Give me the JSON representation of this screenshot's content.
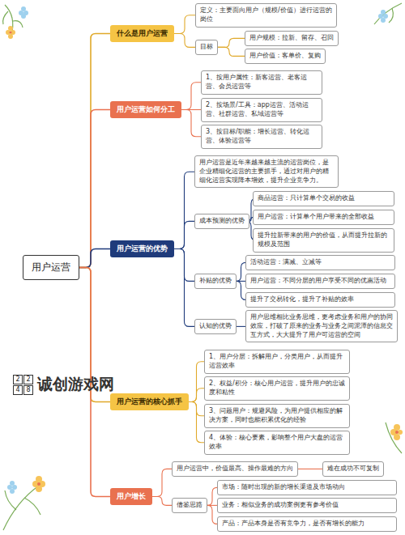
{
  "diagram": {
    "nodes": [
      {
        "text": [
          "用户运营"
        ]
      },
      {
        "text": [
          "什么是用户运营"
        ]
      },
      {
        "text": [
          "定义：主要面向用户（规模/价值）进行运营的岗位"
        ]
      },
      {
        "text": [
          "目标"
        ]
      },
      {
        "text": [
          "用户规模：拉新、留存、召回"
        ]
      },
      {
        "text": [
          "用户价值：客单价、复购"
        ]
      },
      {
        "text": [
          "用户运营如何分工"
        ]
      },
      {
        "text": [
          "1、按用户属性：新客运营、老客运营、会员运营等"
        ]
      },
      {
        "text": [
          "2、按场景/工具：app运营、活动运营、社群运营、私域运营等"
        ]
      },
      {
        "text": [
          "3、按目标/职能：增长运营、转化运营、体验运营等"
        ]
      },
      {
        "text": [
          "用户运营的优势"
        ]
      },
      {
        "text": [
          "用户运营是近年来越来越主流的运营岗位，是企业精细化运营的主要抓手，通过对用户的精细化运营实现降本增效，提升企业竞争力。"
        ]
      },
      {
        "text": [
          "成本预测的优势"
        ]
      },
      {
        "text": [
          "商品运营：只计算单个交易的收益"
        ]
      },
      {
        "text": [
          "用户运营：计算单个用户带来的全部收益"
        ]
      },
      {
        "text": [
          "提升拉新带来的用户的价值，从而提升拉新的规模及范围"
        ]
      },
      {
        "text": [
          "补贴的优势"
        ]
      },
      {
        "text": [
          "活动运营：满减、立减等"
        ]
      },
      {
        "text": [
          "用户运营：不同分层的用户享受不同的优惠活动"
        ]
      },
      {
        "text": [
          "提升了交易转化，提升了补贴的效率"
        ]
      },
      {
        "text": [
          "认知的优势"
        ]
      },
      {
        "text": [
          "用户思维相比业务思维，更考虑业务和用户的协同效应，打破了原来的业务与业务之间泥潭的信息交互方式，大大提升了用户可运营的空间"
        ]
      },
      {
        "text": [
          "用户运营的核心抓手"
        ]
      },
      {
        "text": [
          "1、用户分层：拆解用户，分类用户，从而提升运营效率"
        ]
      },
      {
        "text": [
          "2、权益/积分：核心用户运营，提升用户的忠诚度和粘性"
        ]
      },
      {
        "text": [
          "3、问题用户：规避风险，为用户提供相应的解决方案，同时也能积累优化的经验"
        ]
      },
      {
        "text": [
          "4、体验：核心要素，影响整个用户大盘的运营效率"
        ]
      },
      {
        "text": [
          "用户增长"
        ]
      },
      {
        "text": [
          "用户运营中，价值最高、操作最难的方向"
        ]
      },
      {
        "text": [
          "难在成功不可复制"
        ]
      },
      {
        "text": [
          "借鉴思路"
        ]
      },
      {
        "text": [
          "市场：随时出现的新的增长渠道及市场动向"
        ]
      },
      {
        "text": [
          "业务：相似业务的成功案例更有参考价值"
        ]
      },
      {
        "text": [
          "产品：产品本身是否有竞争力，是否有增长的能力"
        ]
      }
    ],
    "edges": [
      {
        "from": 0,
        "to": 1,
        "arrow": "none"
      },
      {
        "from": 1,
        "to": 2,
        "arrow": "none"
      },
      {
        "from": 1,
        "to": 3,
        "arrow": "none"
      },
      {
        "from": 3,
        "to": 4,
        "arrow": "none"
      },
      {
        "from": 3,
        "to": 5,
        "arrow": "none"
      },
      {
        "from": 0,
        "to": 6,
        "arrow": "none"
      },
      {
        "from": 6,
        "to": 7,
        "arrow": "none"
      },
      {
        "from": 6,
        "to": 8,
        "arrow": "none"
      },
      {
        "from": 6,
        "to": 9,
        "arrow": "none"
      },
      {
        "from": 0,
        "to": 10,
        "arrow": "none"
      },
      {
        "from": 10,
        "to": 11,
        "arrow": "none"
      },
      {
        "from": 10,
        "to": 12,
        "arrow": "none"
      },
      {
        "from": 12,
        "to": 13,
        "arrow": "none"
      },
      {
        "from": 12,
        "to": 14,
        "arrow": "none"
      },
      {
        "from": 12,
        "to": 15,
        "arrow": "none"
      },
      {
        "from": 10,
        "to": 16,
        "arrow": "none"
      },
      {
        "from": 16,
        "to": 17,
        "arrow": "none"
      },
      {
        "from": 16,
        "to": 18,
        "arrow": "none"
      },
      {
        "from": 16,
        "to": 19,
        "arrow": "none"
      },
      {
        "from": 10,
        "to": 20,
        "arrow": "none"
      },
      {
        "from": 20,
        "to": 21,
        "arrow": "none"
      },
      {
        "from": 0,
        "to": 22,
        "arrow": "none"
      },
      {
        "from": 22,
        "to": 23,
        "arrow": "none"
      },
      {
        "from": 22,
        "to": 24,
        "arrow": "none"
      },
      {
        "from": 22,
        "to": 25,
        "arrow": "none"
      },
      {
        "from": 22,
        "to": 26,
        "arrow": "none"
      },
      {
        "from": 0,
        "to": 27,
        "arrow": "none"
      },
      {
        "from": 27,
        "to": 28,
        "arrow": "none"
      },
      {
        "from": 28,
        "to": 29,
        "arrow": "none"
      },
      {
        "from": 27,
        "to": 30,
        "arrow": "none"
      },
      {
        "from": 30,
        "to": 31,
        "arrow": "none"
      },
      {
        "from": 30,
        "to": 32,
        "arrow": "none"
      },
      {
        "from": 30,
        "to": 33,
        "arrow": "none"
      }
    ],
    "labels": [
      "2",
      "2",
      "4",
      "8",
      "诚创游戏网"
    ]
  }
}
